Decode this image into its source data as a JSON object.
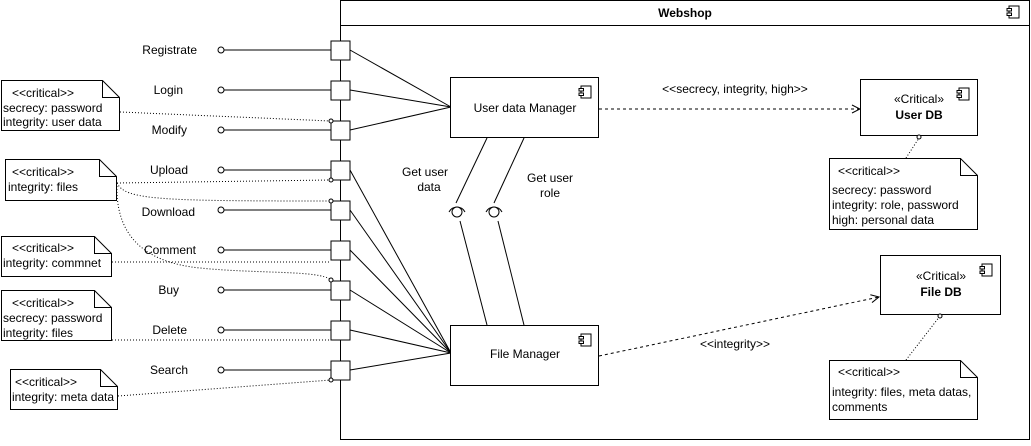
{
  "diagram": {
    "title": "Webshop",
    "interfaces": [
      "Registrate",
      "Login",
      "Modify",
      "Upload",
      "Download",
      "Comment",
      "Buy",
      "Delete",
      "Search"
    ],
    "components": {
      "user_manager": "User data Manager",
      "file_manager": "File Manager",
      "user_db": {
        "stereotype": "«Critical»",
        "name": "User DB"
      },
      "file_db": {
        "stereotype": "«Critical»",
        "name": "File DB"
      }
    },
    "interface_labels": {
      "get_user_data": [
        "Get user",
        "data"
      ],
      "get_user_role": [
        "Get user",
        "role"
      ]
    },
    "edge_labels": {
      "user_db_link": "<<secrecy, integrity, high>>",
      "file_db_link": "<<integrity>>"
    },
    "notes": {
      "login": [
        "<<critical>>",
        "secrecy: password",
        "integrity: user data"
      ],
      "upload": [
        "<<critical>>",
        "integrity: files"
      ],
      "comment": [
        "<<critical>>",
        "integrity: commnet"
      ],
      "delete": [
        "<<critical>>",
        "secrecy: password",
        "integrity: files"
      ],
      "search": [
        "<<critical>>",
        "integrity: meta data"
      ],
      "user_db": [
        "<<critical>>",
        "secrecy: password",
        "integrity: role, password",
        "high: personal data"
      ],
      "file_db": [
        "<<critical>>",
        "integrity: files, meta datas,",
        "comments"
      ]
    }
  }
}
